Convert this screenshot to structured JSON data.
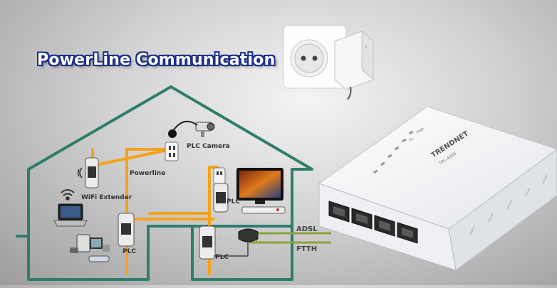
{
  "title": "PowerLine Communication",
  "labels": {
    "plc_camera": "PLC Camera",
    "powerline": "Powerline",
    "wifi_extender": "WiFi Extender",
    "plc_left": "PLC",
    "plc_tv": "PLC",
    "plc_router": "PLC",
    "adsl": "ADSL",
    "ftth": "FTTH"
  },
  "device": {
    "brand": "TRENDNET",
    "model": "TPL-405E",
    "leds": [
      "PWR",
      "PL"
    ]
  },
  "colors": {
    "house_outline": "#2e7d6a",
    "powerline": "#f6a21b",
    "adsl_line": "#8aa23a",
    "title_outline": "#1c2f8a"
  }
}
